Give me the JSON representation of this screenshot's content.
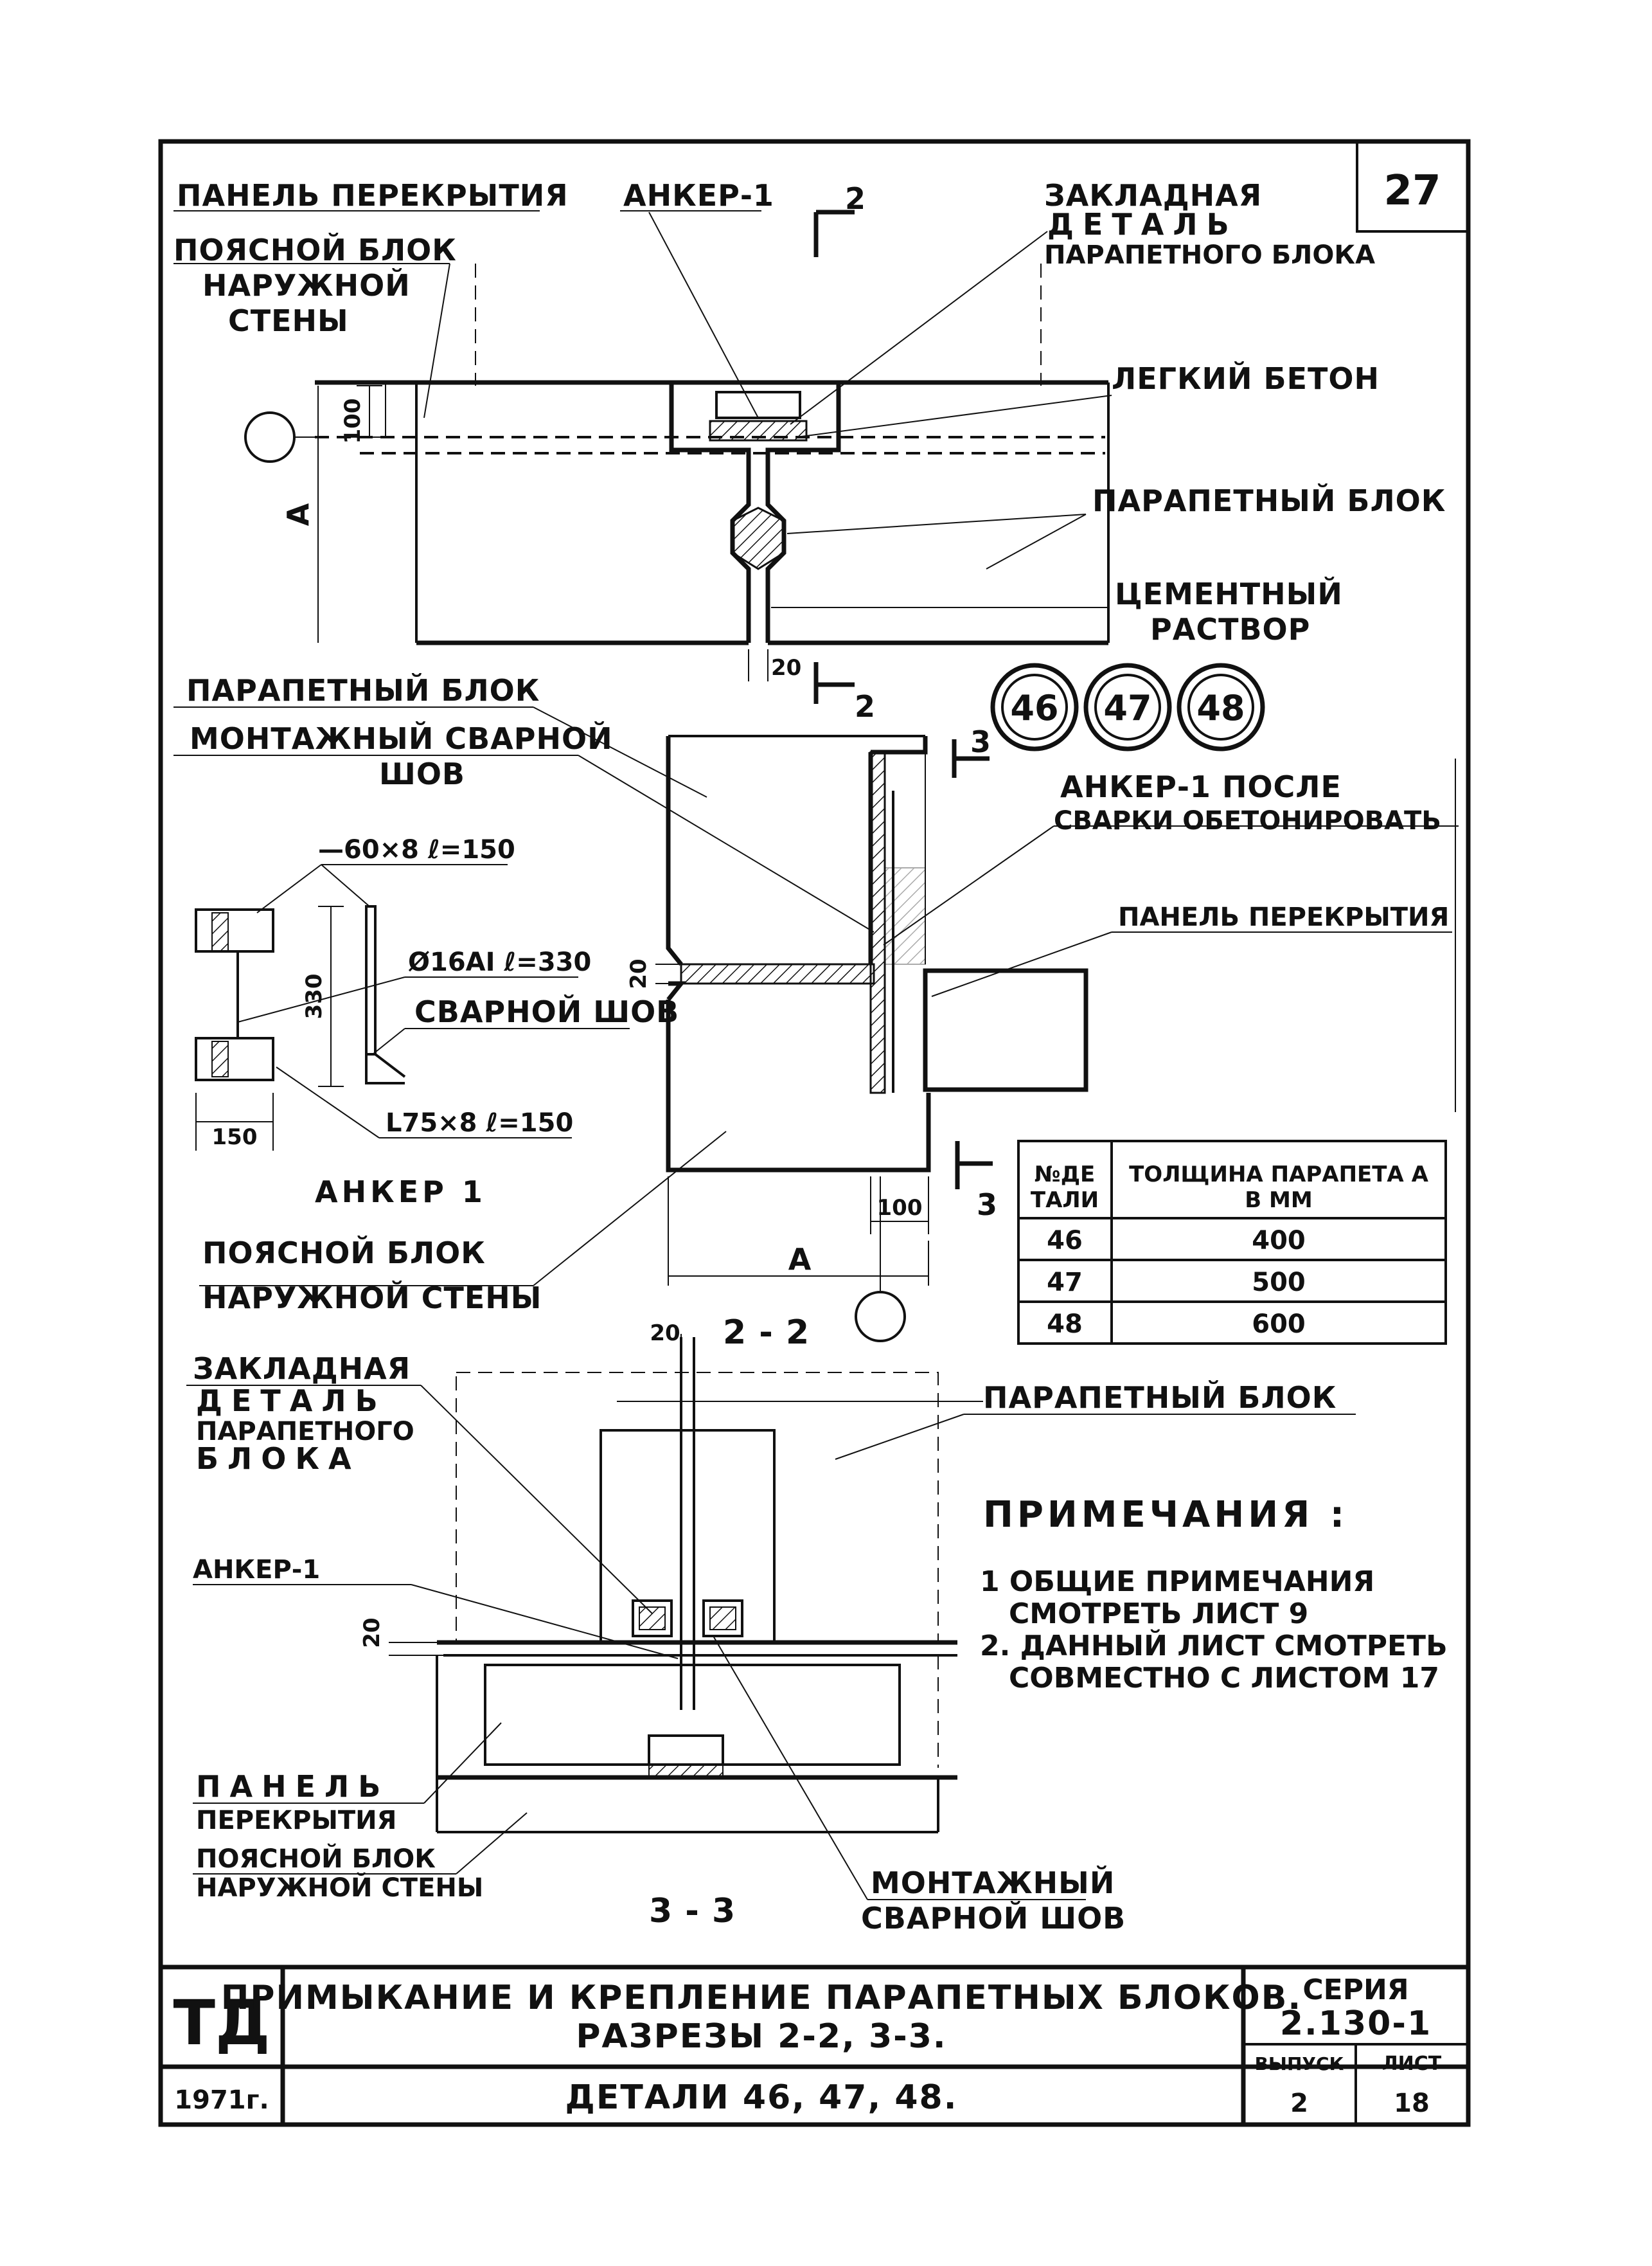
{
  "sheet_number": "27",
  "detail_a": {
    "labels": {
      "floor_panel": "ПАНЕЛЬ ПЕРЕКРЫТИЯ",
      "anchor": "АНКЕР-1",
      "section_mark": "2",
      "embedded_1": "ЗАКЛАДНАЯ",
      "embedded_2": "ДЕТАЛЬ",
      "embedded_3": "ПАРАПЕТНОГО БЛОКА",
      "belt_1": "ПОЯСНОЙ БЛОК",
      "belt_2": "НАРУЖНОЙ",
      "belt_3": "СТЕНЫ",
      "light_concrete": "ЛЕГКИЙ БЕТОН",
      "parapet_block": "ПАРАПЕТНЫЙ БЛОК",
      "cement_1": "ЦЕМЕНТНЫЙ",
      "cement_2": "РАСТВОР",
      "dim_100": "100",
      "dim_a": "А",
      "dim_20": "20",
      "section_mark_bottom": "2"
    }
  },
  "detail_circles": [
    "46",
    "47",
    "48"
  ],
  "detail_b": {
    "labels": {
      "parapet_block": "ПАРАПЕТНЫЙ БЛОК",
      "weld_1": "МОНТАЖНЫЙ СВАРНОЙ",
      "weld_2": "ШОВ",
      "section_mark_top": "3",
      "anchor_note_1": "АНКЕР-1 ПОСЛЕ",
      "anchor_note_2": "СВАРКИ ОБЕТОНИРОВАТЬ",
      "floor_panel": "ПАНЕЛЬ ПЕРЕКРЫТИЯ",
      "dim_20": "20",
      "dim_100": "100",
      "dim_a": "А",
      "section_mark_bottom": "3",
      "belt_1": "ПОЯСНОЙ БЛОК",
      "belt_2": "НАРУЖНОЙ СТЕНЫ"
    }
  },
  "anchor_detail": {
    "labels": {
      "plate": "—60×8 ℓ=150",
      "bar": "Ø16АI ℓ=330",
      "dim_330": "330",
      "weld": "СВАРНОЙ ШОВ",
      "angle": "L75×8 ℓ=150",
      "dim_150": "150",
      "title": "АНКЕР 1"
    }
  },
  "thickness_table": {
    "headers": [
      "№ДЕ ТАЛИ",
      "ТОЛЩИНА ПАРАПЕТА А В ММ"
    ],
    "header_col1_line1": "№ДЕ",
    "header_col1_line2": "ТАЛИ",
    "header_col2_line1": "ТОЛЩИНА ПАРАПЕТА А",
    "header_col2_line2": "В ММ",
    "rows": [
      {
        "detail": "46",
        "thickness": "400"
      },
      {
        "detail": "47",
        "thickness": "500"
      },
      {
        "detail": "48",
        "thickness": "600"
      }
    ]
  },
  "section_2_2": {
    "title": "2 - 2",
    "dim_20_top": "20",
    "dim_20_side": "20",
    "labels": {
      "embedded_1": "ЗАКЛАДНАЯ",
      "embedded_2": "ДЕТАЛЬ",
      "embedded_3": "ПАРАПЕТНОГО",
      "embedded_4": "БЛОКА",
      "parapet_block": "ПАРАПЕТНЫЙ БЛОК",
      "anchor": "АНКЕР-1",
      "floor_panel_1": "ПАНЕЛЬ",
      "floor_panel_2": "ПЕРЕКРЫТИЯ",
      "belt_1": "ПОЯСНОЙ БЛОК",
      "belt_2": "НАРУЖНОЙ СТЕНЫ",
      "weld_1": "МОНТАЖНЫЙ",
      "weld_2": "СВАРНОЙ ШОВ"
    },
    "subtitle": "3 - 3"
  },
  "notes": {
    "heading": "ПРИМЕЧАНИЯ :",
    "items": [
      "1 ОБЩИЕ ПРИМЕЧАНИЯ",
      "СМОТРЕТЬ ЛИСТ 9",
      "2. ДАННЫЙ ЛИСТ СМОТРЕТЬ",
      "СОВМЕСТНО С ЛИСТОМ 17"
    ]
  },
  "title_block": {
    "code": "ТД",
    "year": "1971г.",
    "title_line1": "ПРИМЫКАНИЕ И КРЕПЛЕНИЕ ПАРАПЕТНЫХ БЛОКОВ.",
    "title_line2": "РАЗРЕЗЫ 2-2, 3-3.",
    "subtitle": "ДЕТАЛИ 46, 47, 48.",
    "series_label": "СЕРИЯ",
    "series_value": "2.130-1",
    "issue_label": "ВЫПУСК",
    "issue_value": "2",
    "sheet_label": "ЛИСТ",
    "sheet_value": "18"
  }
}
